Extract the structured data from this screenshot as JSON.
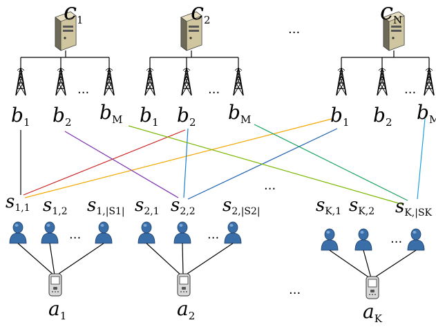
{
  "controllers": [
    {
      "base": "c",
      "sub": "1"
    },
    {
      "base": "c",
      "sub": "2"
    },
    {
      "base": "c",
      "sub": "N"
    }
  ],
  "stations": [
    {
      "base": "b",
      "sub": "1"
    },
    {
      "base": "b",
      "sub": "2"
    },
    {
      "base": "b",
      "sub": "M"
    },
    {
      "base": "b",
      "sub": "1"
    },
    {
      "base": "b",
      "sub": "2"
    },
    {
      "base": "b",
      "sub": "M"
    },
    {
      "base": "b",
      "sub": "1"
    },
    {
      "base": "b",
      "sub": "2"
    },
    {
      "base": "b",
      "sub": "M"
    }
  ],
  "users": [
    {
      "base": "s",
      "sub": "1,1"
    },
    {
      "base": "s",
      "sub": "1,2"
    },
    {
      "base": "s",
      "sub": "1,|S1|"
    },
    {
      "base": "s",
      "sub": "2,1"
    },
    {
      "base": "s",
      "sub": "2,2"
    },
    {
      "base": "s",
      "sub": "2,|S2|"
    },
    {
      "base": "s",
      "sub": "K,1"
    },
    {
      "base": "s",
      "sub": "K,2"
    },
    {
      "base": "s",
      "sub": "K,|SK"
    }
  ],
  "devices": [
    {
      "base": "a",
      "sub": "1"
    },
    {
      "base": "a",
      "sub": "2"
    },
    {
      "base": "a",
      "sub": "K"
    }
  ],
  "ellipsis": "...",
  "links": [
    {
      "from": "b1-c1",
      "to": "s11",
      "color": "#000000"
    },
    {
      "from": "b2-c2",
      "to": "s11",
      "color": "#cc2222"
    },
    {
      "from": "b1-cN",
      "to": "s11",
      "color": "#f2a800"
    },
    {
      "from": "b2-c1",
      "to": "s22",
      "color": "#7a2fb0"
    },
    {
      "from": "b2-c2",
      "to": "s22",
      "color": "#1b7fd1"
    },
    {
      "from": "b1-cN",
      "to": "s22",
      "color": "#1b5fb0"
    },
    {
      "from": "bM-c1",
      "to": "sK",
      "color": "#7ab800"
    },
    {
      "from": "bM-c2",
      "to": "sK",
      "color": "#16a060"
    },
    {
      "from": "bM-cN",
      "to": "sK",
      "color": "#1aa0e0"
    }
  ]
}
